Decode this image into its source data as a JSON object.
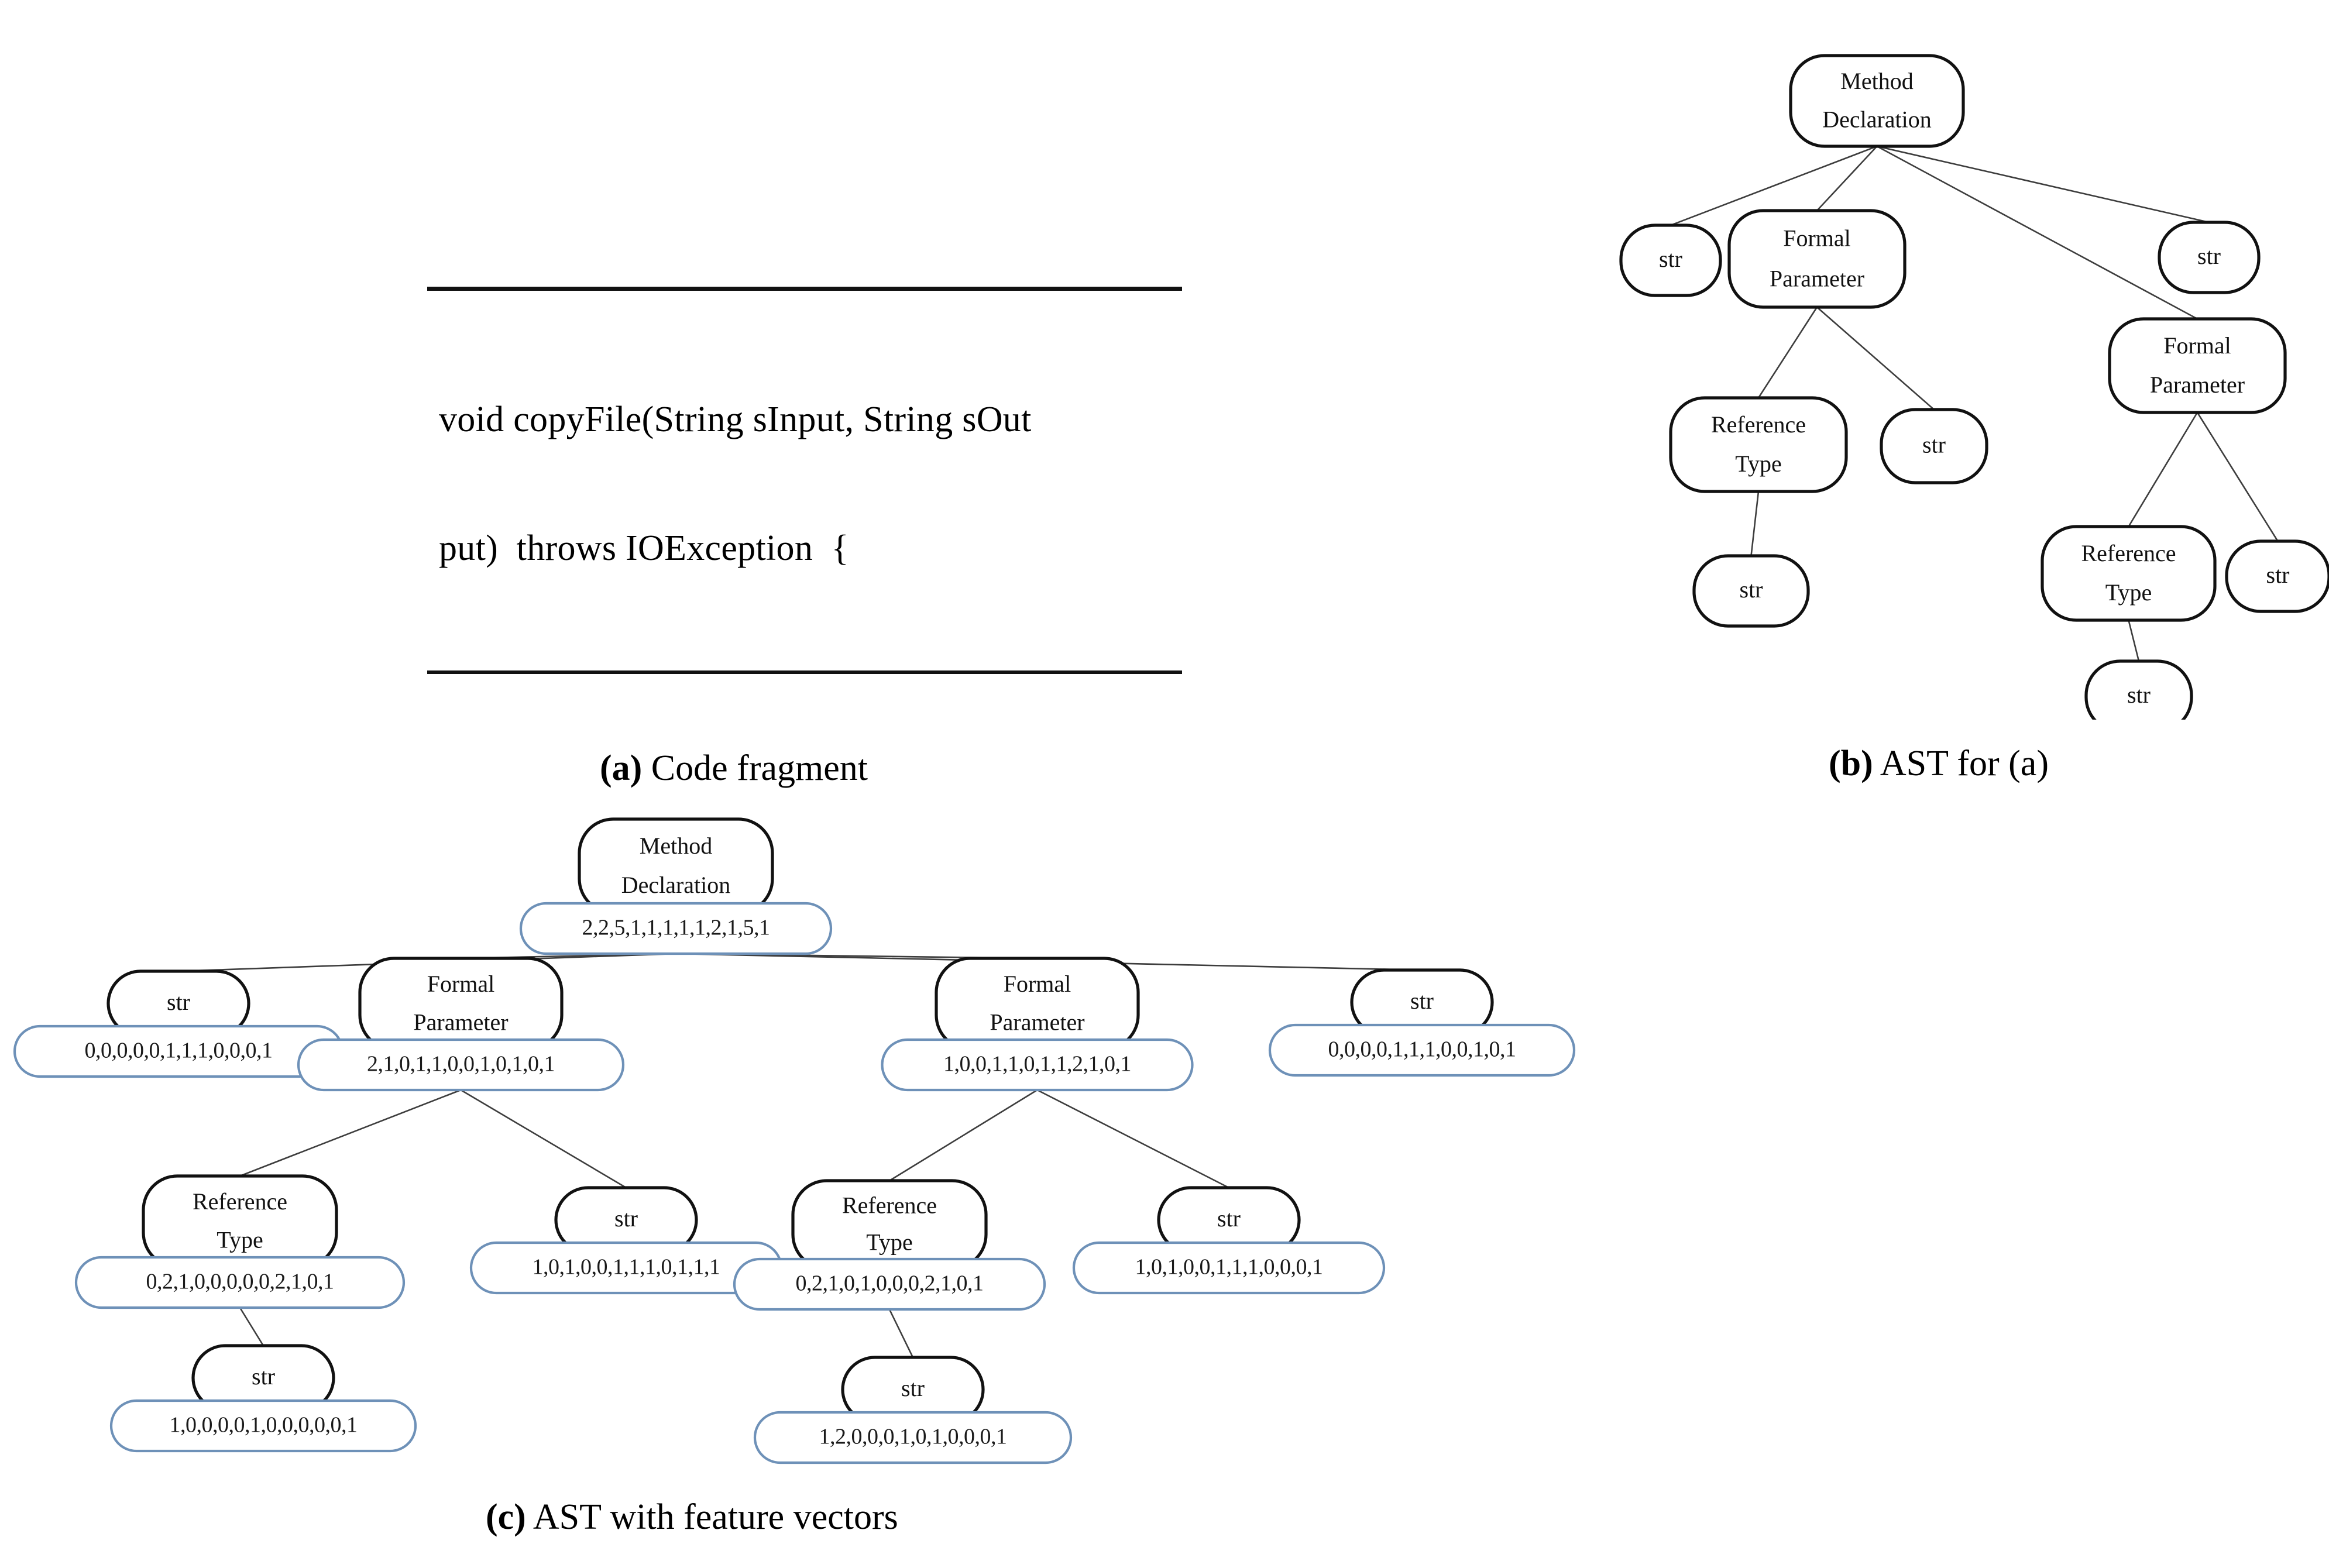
{
  "figure": {
    "panel_a": {
      "caption_tag": "(a)",
      "caption_text": " Code fragment",
      "code_line_1": "void copyFile(String sInput, String sOut",
      "code_line_2": "put)  throws IOException  {"
    },
    "panel_b": {
      "caption_tag": "(b)",
      "caption_text": " AST for (a)",
      "nodes": [
        {
          "id": "b0",
          "label": "Method Declaration",
          "lines": [
            "Method",
            "Declaration"
          ]
        },
        {
          "id": "b1",
          "label": "str",
          "lines": [
            "str"
          ]
        },
        {
          "id": "b2",
          "label": "Formal Parameter",
          "lines": [
            "Formal",
            "Parameter"
          ]
        },
        {
          "id": "b3",
          "label": "Formal Parameter",
          "lines": [
            "Formal",
            "Parameter"
          ]
        },
        {
          "id": "b4",
          "label": "str",
          "lines": [
            "str"
          ]
        },
        {
          "id": "b5",
          "label": "Reference Type",
          "lines": [
            "Reference",
            "Type"
          ]
        },
        {
          "id": "b6",
          "label": "str",
          "lines": [
            "str"
          ]
        },
        {
          "id": "b7",
          "label": "str",
          "lines": [
            "str"
          ]
        },
        {
          "id": "b8",
          "label": "Reference Type",
          "lines": [
            "Reference",
            "Type"
          ]
        },
        {
          "id": "b9",
          "label": "str",
          "lines": [
            "str"
          ]
        },
        {
          "id": "b10",
          "label": "str",
          "lines": [
            "str"
          ]
        }
      ],
      "edges": [
        [
          "b0",
          "b1"
        ],
        [
          "b0",
          "b2"
        ],
        [
          "b0",
          "b3"
        ],
        [
          "b0",
          "b4"
        ],
        [
          "b2",
          "b5"
        ],
        [
          "b2",
          "b6"
        ],
        [
          "b5",
          "b7"
        ],
        [
          "b3",
          "b8"
        ],
        [
          "b3",
          "b9"
        ],
        [
          "b8",
          "b10"
        ]
      ]
    },
    "panel_c": {
      "caption_tag": "(c)",
      "caption_text": " AST with feature vectors",
      "nodes": [
        {
          "id": "c0",
          "label": "Method Declaration",
          "lines": [
            "Method",
            "Declaration"
          ],
          "vector": "2,2,5,1,1,1,1,1,2,1,5,1"
        },
        {
          "id": "c1",
          "label": "str",
          "lines": [
            "str"
          ],
          "vector": "0,0,0,0,0,1,1,1,0,0,0,1"
        },
        {
          "id": "c2",
          "label": "Formal Parameter",
          "lines": [
            "Formal",
            "Parameter"
          ],
          "vector": "2,1,0,1,1,0,0,1,0,1,0,1"
        },
        {
          "id": "c3",
          "label": "Formal Parameter",
          "lines": [
            "Formal",
            "Parameter"
          ],
          "vector": "1,0,0,1,1,0,1,1,2,1,0,1"
        },
        {
          "id": "c4",
          "label": "str",
          "lines": [
            "str"
          ],
          "vector": "0,0,0,0,1,1,1,0,0,1,0,1"
        },
        {
          "id": "c5",
          "label": "Reference Type",
          "lines": [
            "Reference",
            "Type"
          ],
          "vector": "0,2,1,0,0,0,0,0,2,1,0,1"
        },
        {
          "id": "c6",
          "label": "str",
          "lines": [
            "str"
          ],
          "vector": "1,0,1,0,0,1,1,1,0,1,1,1"
        },
        {
          "id": "c7",
          "label": "Reference Type",
          "lines": [
            "Reference",
            "Type"
          ],
          "vector": "0,2,1,0,1,0,0,0,2,1,0,1"
        },
        {
          "id": "c8",
          "label": "str",
          "lines": [
            "str"
          ],
          "vector": "1,0,1,0,0,1,1,1,0,0,0,1"
        },
        {
          "id": "c9",
          "label": "str",
          "lines": [
            "str"
          ],
          "vector": "1,0,0,0,0,1,0,0,0,0,0,1"
        },
        {
          "id": "c10",
          "label": "str",
          "lines": [
            "str"
          ],
          "vector": "1,2,0,0,0,1,0,1,0,0,0,1"
        }
      ],
      "edges": [
        [
          "c0",
          "c1"
        ],
        [
          "c0",
          "c2"
        ],
        [
          "c0",
          "c3"
        ],
        [
          "c0",
          "c4"
        ],
        [
          "c2",
          "c5"
        ],
        [
          "c2",
          "c6"
        ],
        [
          "c5",
          "c9"
        ],
        [
          "c3",
          "c7"
        ],
        [
          "c3",
          "c8"
        ],
        [
          "c7",
          "c10"
        ]
      ]
    }
  },
  "colors": {
    "node_stroke": "#111111",
    "vector_stroke": "#6e91b8",
    "edge_stroke": "#3d3d3d",
    "background": "#ffffff",
    "text": "#000000"
  }
}
